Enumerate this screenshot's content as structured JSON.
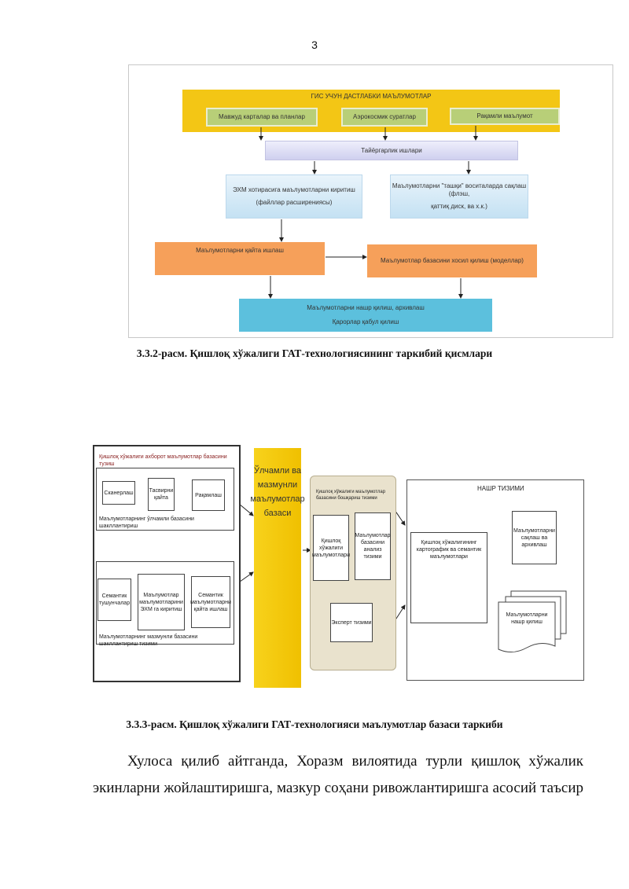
{
  "page": {
    "number": "3"
  },
  "figure1": {
    "header": "ГИС УЧУН ДАСТЛАБКИ МАЪЛУМОТЛАР",
    "sources": [
      "Мавжуд карталар ва планлар",
      "Аэрокосмик суратлар",
      "Рақамли маълумот"
    ],
    "prep": "Тайёргарлик ишлари",
    "input": {
      "line1": "ЭХМ хотирасига маълумотларни киритиш",
      "line2": "(файллар расширениясы)"
    },
    "storage": {
      "line1": "Маълумотларни \"ташқи\" воситаларда сақлаш (флэш,",
      "line2": "қаттиқ диск, ва х.к.)"
    },
    "processing": "Маълумотларни қайта ишлаш",
    "database": "Маълумотлар базасини хосил қилиш (моделлар)",
    "output": {
      "line1": "Маълумотларни нашр қилиш, архивлаш",
      "line2": "Қарорлар қабул қилиш"
    },
    "caption": "3.3.2-расм. Қишлоқ хўжалиги ГАТ-технологиясининг таркибий қисмлари"
  },
  "figure2": {
    "left_title": "Қишлоқ хўжалиги ахборот маълумотлар базасини тузиш",
    "row1": [
      "Сканерлаш",
      "Тасвирни қайта",
      "Рақамлаш"
    ],
    "row1_label": "Маълумотларнинг ўлчамли базасини шакллантириш",
    "row2": [
      "Семантик тушунчалар",
      "Маълумотлар маълумотларини ЭХМ га киритиш",
      "Семантик маълумотларни қайта ишлаш"
    ],
    "row2_label": "Маълумотларнинг мазмунли базасини шакллантириш тизими",
    "column": "Ўлчамли ва мазмунли маълумотлар базаси",
    "middle_title": "Қишлоқ хўжалиги маълумотлар базасини бошқариш тизими",
    "middle_boxes": [
      "Қишлоқ хўжалиги маълумотлари",
      "Маълумотлар базасини анализ тизими"
    ],
    "expert": "Эксперт тизими",
    "pub_title": "НАШР ТИЗИМИ",
    "pub_box1": "Қишлоқ хўжалигининг картографик ва семантик маълумотлари",
    "pub_box2": "Маълумотларни сақлаш ва архивлаш",
    "pub_box3": "Маълумотларни нашр қилиш",
    "caption": "3.3.3-расм. Қишлоқ хўжалиги ГАТ-технологияси маълумотлар базаси таркиби"
  },
  "paragraph": {
    "line1": "Хулоса қилиб айтганда, Хоразм вилоятида турли қишлоқ хўжалик",
    "line2": "экинларни жойлаштиришга, мазкур соҳани ривожлантиришга асосий таъсир"
  }
}
